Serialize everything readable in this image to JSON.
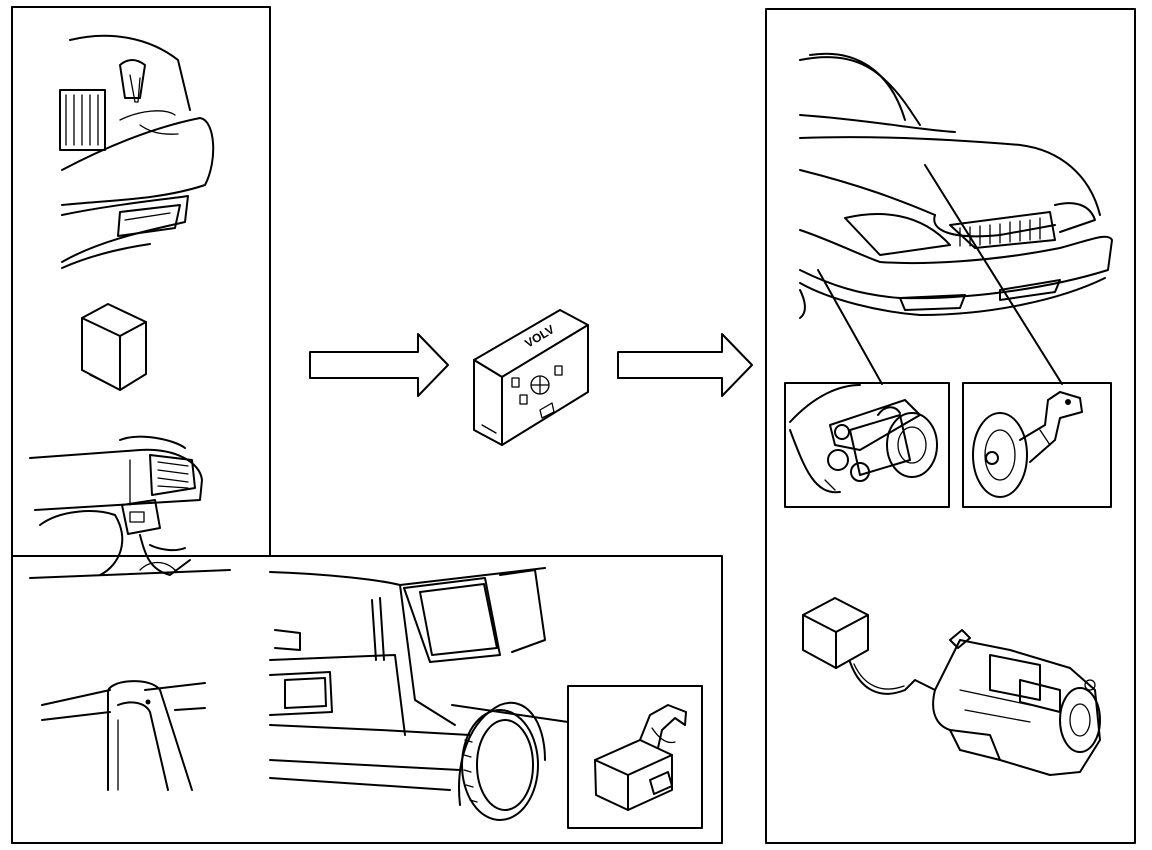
{
  "figure": {
    "colors": {
      "ink": "#000000",
      "paper": "#ffffff"
    },
    "panels": [
      {
        "name": "left-components-panel",
        "views": [
          "front-bumper-hood-latch",
          "relay-module",
          "engine-bay-sensor",
          "door-pillar"
        ]
      },
      {
        "name": "rear-wagon-panel",
        "views": [
          "wagon-rear-quarter",
          "rear-relay-inset"
        ]
      },
      {
        "name": "right-output-panel",
        "views": [
          "sedan-front",
          "siren-inset",
          "horn-inset",
          "starter-motor"
        ]
      }
    ],
    "center_unit": {
      "name": "alarm-control-unit",
      "label": "VOLV"
    },
    "arrows": [
      "input-arrow",
      "output-arrow"
    ]
  }
}
